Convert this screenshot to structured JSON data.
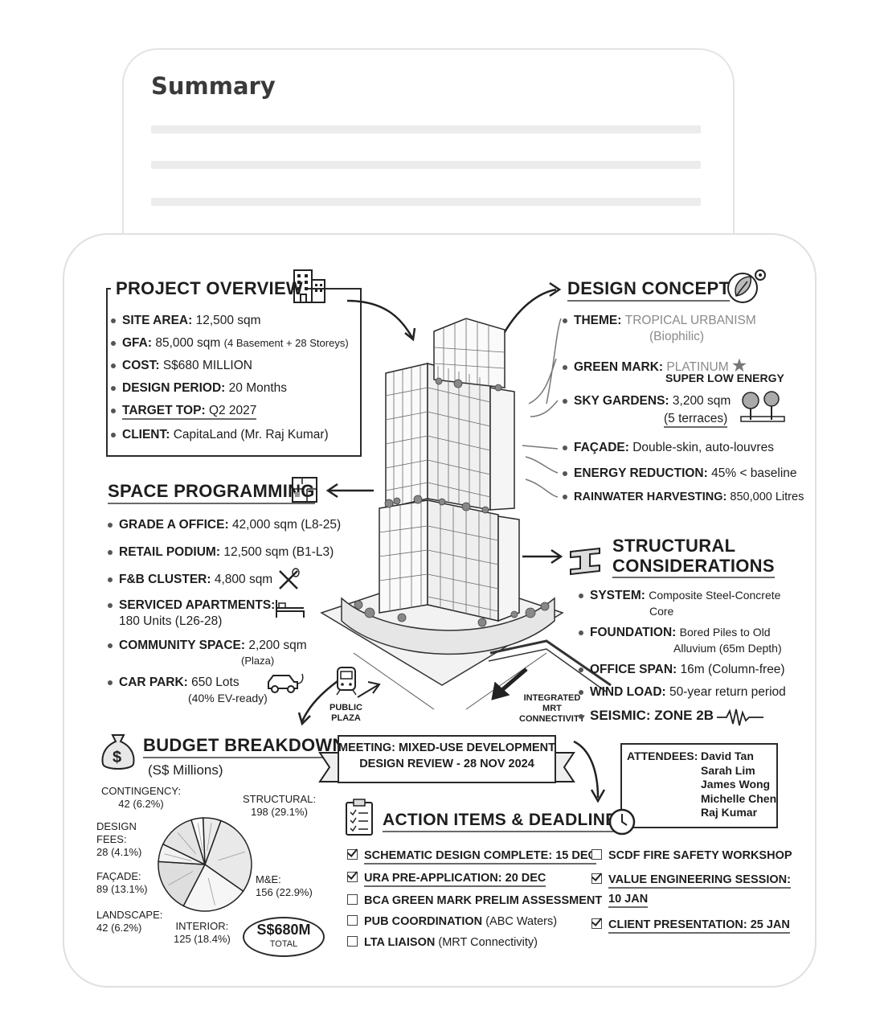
{
  "summary": {
    "title": "Summary"
  },
  "overview": {
    "title": "PROJECT OVERVIEW",
    "items": [
      {
        "label": "SITE AREA:",
        "value": "12,500 sqm",
        "note": ""
      },
      {
        "label": "GFA:",
        "value": "85,000 sqm",
        "note": "(4 Basement + 28 Storeys)"
      },
      {
        "label": "COST:",
        "value": "S$680 MILLION",
        "note": ""
      },
      {
        "label": "DESIGN PERIOD:",
        "value": "20 Months",
        "note": ""
      },
      {
        "label": "TARGET TOP:",
        "value": "Q2 2027",
        "note": ""
      },
      {
        "label": "CLIENT:",
        "value": "CapitaLand (Mr. Raj Kumar)",
        "note": ""
      }
    ]
  },
  "design": {
    "title": "DESIGN CONCEPT",
    "theme_label": "THEME:",
    "theme_value": "TROPICAL URBANISM",
    "theme_note": "(Biophilic)",
    "green_label": "GREEN MARK:",
    "green_value": "PLATINUM",
    "green_note": "SUPER LOW ENERGY",
    "sky_label": "SKY GARDENS:",
    "sky_value": "3,200 sqm",
    "sky_note": "(5 terraces)",
    "facade_label": "FAÇADE:",
    "facade_value": "Double-skin, auto-louvres",
    "energy_label": "ENERGY REDUCTION:",
    "energy_value": "45% < baseline",
    "rain_label": "RAINWATER HARVESTING:",
    "rain_value": "850,000 Litres"
  },
  "space": {
    "title": "SPACE PROGRAMMING",
    "items": [
      {
        "label": "GRADE A OFFICE:",
        "value": "42,000 sqm (L8-25)",
        "note": ""
      },
      {
        "label": "RETAIL PODIUM:",
        "value": "12,500 sqm (B1-L3)",
        "note": ""
      },
      {
        "label": "F&B CLUSTER:",
        "value": "4,800 sqm",
        "note": ""
      },
      {
        "label": "SERVICED APARTMENTS:",
        "value": "",
        "note": "180 Units (L26-28)"
      },
      {
        "label": "COMMUNITY SPACE:",
        "value": "2,200 sqm",
        "note": "(Plaza)"
      },
      {
        "label": "CAR PARK:",
        "value": "650 Lots",
        "note": "(40% EV-ready)"
      }
    ]
  },
  "structural": {
    "title_line1": "STRUCTURAL",
    "title_line2": "CONSIDERATIONS",
    "items": [
      {
        "label": "SYSTEM:",
        "value": "Composite Steel-Concrete",
        "note": "Core"
      },
      {
        "label": "FOUNDATION:",
        "value": "Bored Piles to Old",
        "note": "Alluvium (65m Depth)"
      },
      {
        "label": "OFFICE SPAN:",
        "value": "16m (Column-free)",
        "note": ""
      },
      {
        "label": "WIND LOAD:",
        "value": "50-year return period",
        "note": ""
      },
      {
        "label": "SEISMIC:",
        "value": "ZONE 2B",
        "note": ""
      }
    ]
  },
  "illustration": {
    "plaza_line1": "PUBLIC",
    "plaza_line2": "PLAZA",
    "mrt_line1": "INTEGRATED",
    "mrt_line2": "MRT",
    "mrt_line3": "CONNECTIVITY"
  },
  "budget": {
    "title": "BUDGET BREAKDOWN",
    "subtitle": "(S$ Millions)",
    "total_value": "S$680M",
    "total_label": "TOTAL",
    "labels": {
      "contingency": [
        "CONTINGENCY:",
        "42 (6.2%)"
      ],
      "design": [
        "DESIGN",
        "FEES:",
        "28 (4.1%)"
      ],
      "facade": [
        "FAÇADE:",
        "89 (13.1%)"
      ],
      "landscape": [
        "LANDSCAPE:",
        "42 (6.2%)"
      ],
      "interior": [
        "INTERIOR:",
        "125 (18.4%)"
      ],
      "mande": [
        "M&E:",
        "156 (22.9%)"
      ],
      "structural": [
        "STRUCTURAL:",
        "198 (29.1%)"
      ]
    }
  },
  "chart_data": {
    "type": "pie",
    "title": "BUDGET BREAKDOWN",
    "subtitle": "(S$ Millions)",
    "categories": [
      "STRUCTURAL",
      "M&E",
      "INTERIOR",
      "LANDSCAPE",
      "FAÇADE",
      "DESIGN FEES",
      "CONTINGENCY"
    ],
    "values": [
      198,
      156,
      125,
      42,
      89,
      28,
      42
    ],
    "percent": [
      29.1,
      22.9,
      18.4,
      6.2,
      13.1,
      4.1,
      6.2
    ]
  },
  "meeting": {
    "line1": "MEETING: MIXED-USE DEVELOPMENT",
    "line2": "DESIGN REVIEW - 28 NOV 2024",
    "attendees_label": "ATTENDEES:",
    "attendees": [
      "David Tan",
      "Sarah Lim",
      "James Wong",
      "Michelle Chen",
      "Raj Kumar"
    ]
  },
  "actions": {
    "title": "ACTION ITEMS & DEADLINES",
    "left": [
      {
        "text": "SCHEMATIC DESIGN COMPLETE:",
        "date": "15 DEC",
        "done": true
      },
      {
        "text": "URA PRE-APPLICATION:",
        "date": "20 DEC",
        "done": true
      },
      {
        "text": "BCA GREEN MARK PRELIM ASSESSMENT",
        "date": "",
        "done": false
      },
      {
        "text": "PUB COORDINATION",
        "date": "(ABC Waters)",
        "done": false
      },
      {
        "text": "LTA LIAISON",
        "date": "(MRT Connectivity)",
        "done": false
      }
    ],
    "right": [
      {
        "text": "SCDF FIRE SAFETY WORKSHOP",
        "date": "",
        "done": false
      },
      {
        "text": "VALUE ENGINEERING SESSION:",
        "date": "10 JAN",
        "done": true
      },
      {
        "text": "CLIENT PRESENTATION:",
        "date": "25 JAN",
        "done": true
      }
    ]
  }
}
